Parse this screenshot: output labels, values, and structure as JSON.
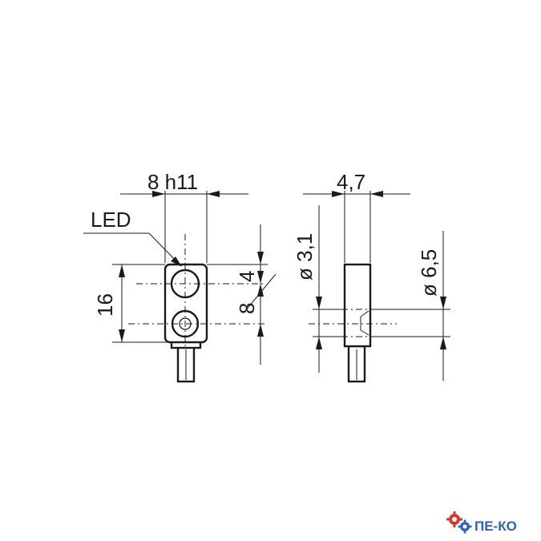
{
  "dimensions": {
    "width": "8 h11",
    "depth": "4,7",
    "height": "16",
    "led_offset": "4",
    "hole_spacing": "8",
    "dia_small": "ø 3,1",
    "dia_large": "ø 6,5"
  },
  "labels": {
    "led": "LED"
  },
  "logo": {
    "text": "ПЕ-КО",
    "colors": {
      "gear_red": "#d23a2e",
      "gear_blue": "#2f63b5",
      "text": "#2f63b5"
    }
  }
}
